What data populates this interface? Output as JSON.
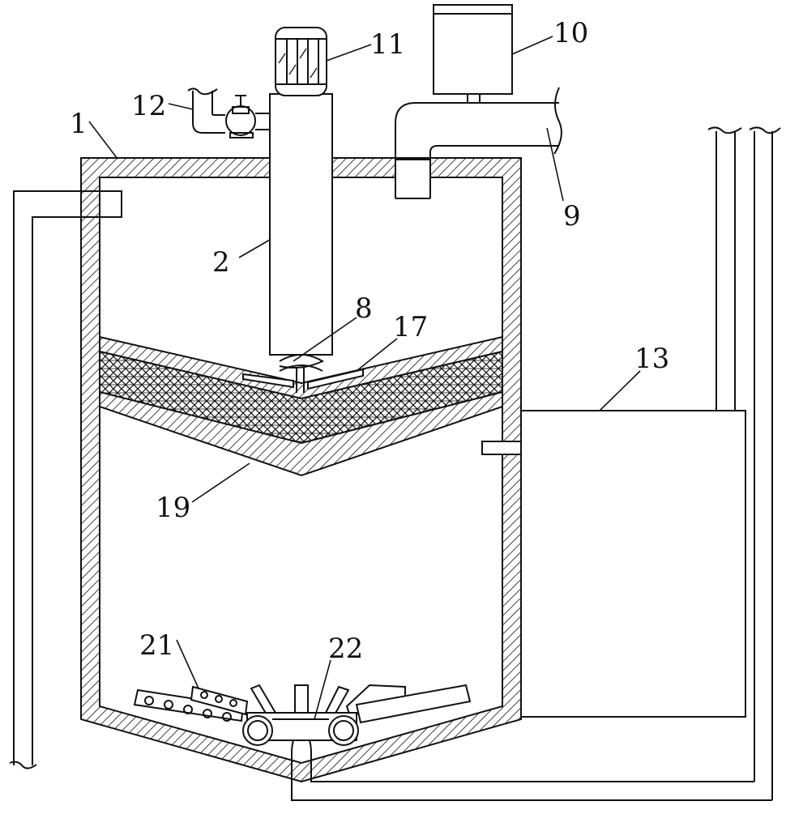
{
  "diagram": {
    "labels": {
      "tank": "1",
      "pipe_column": "2",
      "screw": "8",
      "feed_pipe": "9",
      "hopper": "10",
      "motor": "11",
      "pump": "12",
      "side_box": "13",
      "scraper": "17",
      "filter_layer": "19",
      "stirring_blades": "21",
      "hub": "22"
    },
    "colors": {
      "stroke": "#111111",
      "background": "#ffffff"
    }
  }
}
